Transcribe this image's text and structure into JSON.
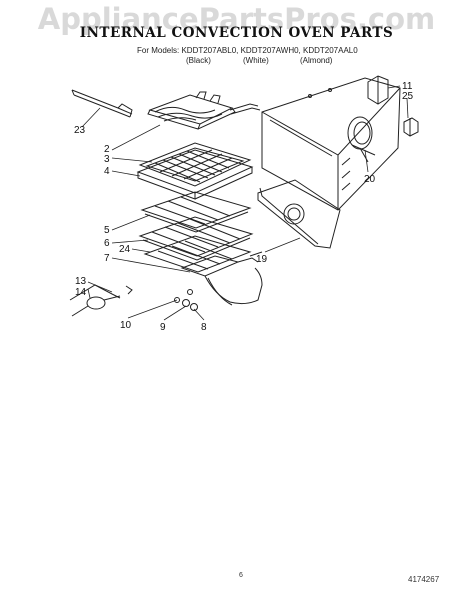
{
  "watermark": "AppliancePartsPros.com",
  "title": "INTERNAL CONVECTION OVEN PARTS",
  "models": "For Models: KDDT207ABL0, KDDT207AWH0, KDDT207AAL0",
  "variants": [
    "(Black)",
    "(White)",
    "(Almond)"
  ],
  "callouts": {
    "c2": "2",
    "c3": "3",
    "c4": "4",
    "c5": "5",
    "c6": "6",
    "c7": "7",
    "c8": "8",
    "c9": "9",
    "c10": "10",
    "c11": "11",
    "c13": "13",
    "c14": "14",
    "c19": "19",
    "c20": "20",
    "c23": "23",
    "c24": "24",
    "c25": "25"
  },
  "footer": {
    "page": "6",
    "doc_number": "4174267"
  },
  "colors": {
    "line": "#222222",
    "watermark": "#d9d9d9",
    "background": "#ffffff"
  }
}
